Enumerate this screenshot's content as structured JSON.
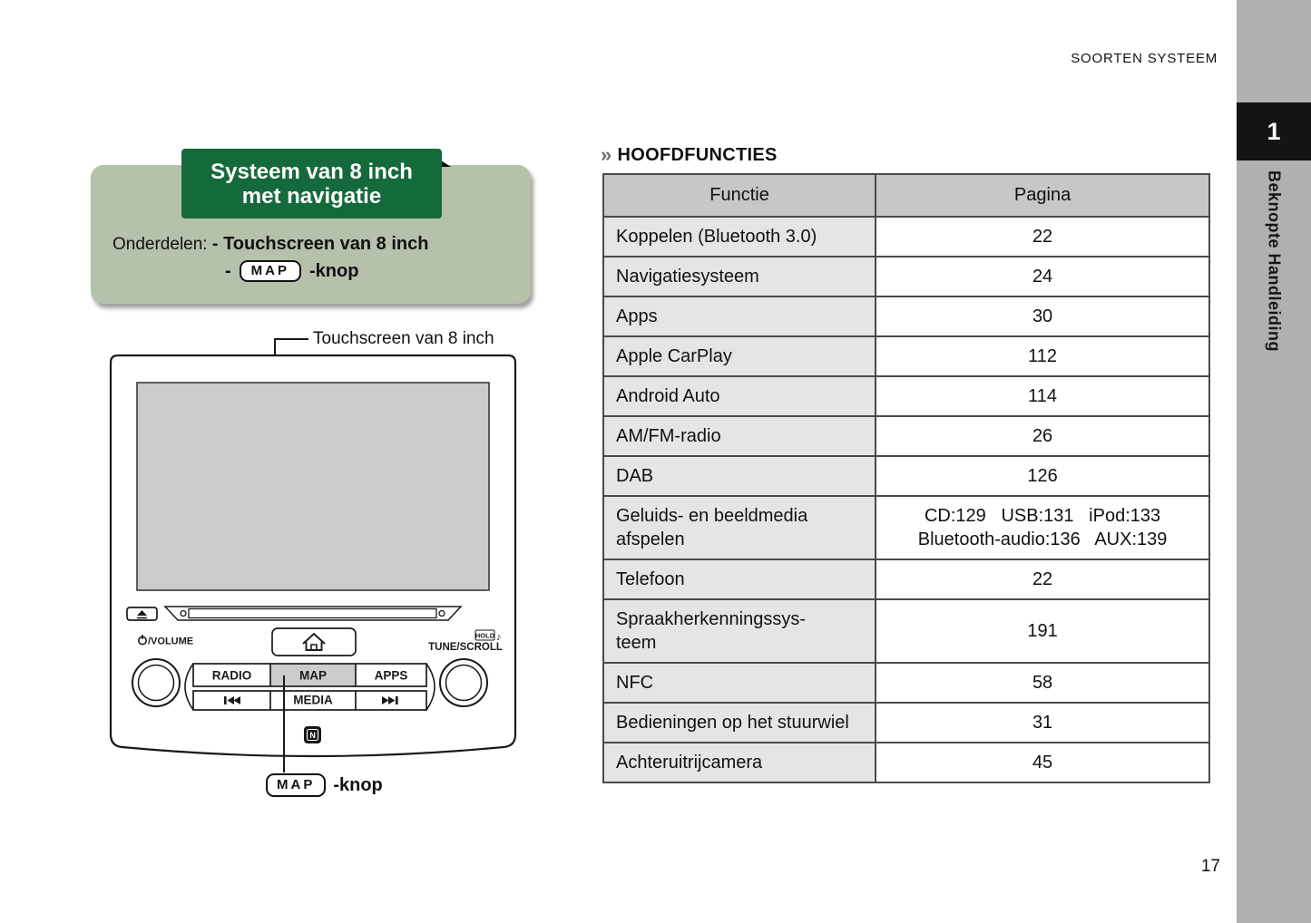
{
  "page": {
    "header": "SOORTEN SYSTEEM",
    "page_number": "17"
  },
  "sidebar": {
    "chapter_number": "1",
    "chapter_title": "Beknopte Handleiding"
  },
  "info_panel": {
    "badge_line1": "Systeem van 8 inch",
    "badge_line2": "met navigatie",
    "components_label": "Onderdelen:",
    "component1": "- Touchscreen van 8 inch",
    "component2_prefix": "-",
    "component2_button": "MAP",
    "component2_suffix": "-knop"
  },
  "diagram": {
    "screen_label": "Touchscreen van 8 inch",
    "volume_label": "/VOLUME",
    "hold_label": "HOLD",
    "note_symbol": "♪",
    "tune_label": "TUNE/SCROLL",
    "buttons": {
      "radio": "RADIO",
      "map": "MAP",
      "apps": "APPS",
      "media": "MEDIA"
    },
    "nfc_label": "N",
    "map_knob_button": "MAP",
    "map_knob_suffix": "-knop"
  },
  "main_table": {
    "heading_marker": "»",
    "heading": "HOOFDFUNCTIES",
    "columns": [
      "Functie",
      "Pagina"
    ],
    "rows": [
      {
        "functie": "Koppelen (Bluetooth 3.0)",
        "pagina": "22"
      },
      {
        "functie": "Navigatiesysteem",
        "pagina": "24"
      },
      {
        "functie": "Apps",
        "pagina": "30"
      },
      {
        "functie": "Apple CarPlay",
        "pagina": "112"
      },
      {
        "functie": "Android Auto",
        "pagina": "114"
      },
      {
        "functie": "AM/FM-radio",
        "pagina": "26"
      },
      {
        "functie": "DAB",
        "pagina": "126"
      },
      {
        "functie": "Geluids- en beeldmedia afspelen",
        "pagina": "CD:129   USB:131   iPod:133\nBluetooth-audio:136   AUX:139"
      },
      {
        "functie": "Telefoon",
        "pagina": "22"
      },
      {
        "functie": "Spraakherkenningssys-\nteem",
        "pagina": "191"
      },
      {
        "functie": "NFC",
        "pagina": "58"
      },
      {
        "functie": "Bedieningen op het stuurwiel",
        "pagina": "31"
      },
      {
        "functie": "Achteruitrijcamera",
        "pagina": "45"
      }
    ]
  },
  "colors": {
    "accent_green": "#156a3b",
    "panel_sage": "#b5c1ab",
    "sidebar_gray": "#b0b0b0",
    "chapter_tab_black": "#141414",
    "table_header_gray": "#c7c7c7",
    "table_cell_gray": "#e5e5e3",
    "screen_gray": "#cbcbcb",
    "map_button_highlight": "#cccccc"
  }
}
